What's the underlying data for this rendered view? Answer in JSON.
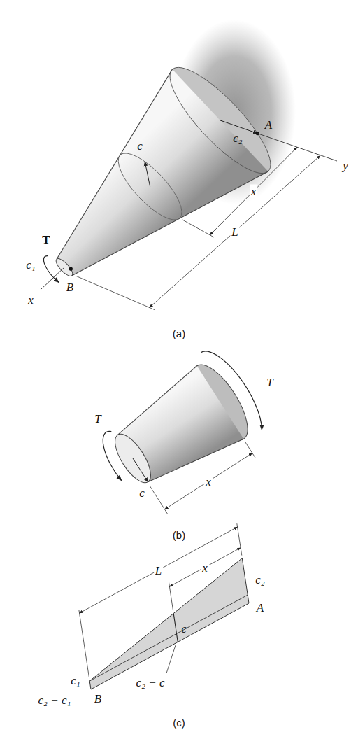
{
  "diagram": {
    "labels": [
      "T",
      "c₂",
      "A",
      "c",
      "x",
      "y",
      "x",
      "c₁",
      "B",
      "L",
      "(a)",
      "T",
      "T",
      "c",
      "x",
      "(b)",
      "L",
      "x",
      "c₂",
      "A",
      "c",
      "c₂ − c",
      "c₁",
      "B",
      "c₂ − c₁",
      "(c)"
    ]
  }
}
